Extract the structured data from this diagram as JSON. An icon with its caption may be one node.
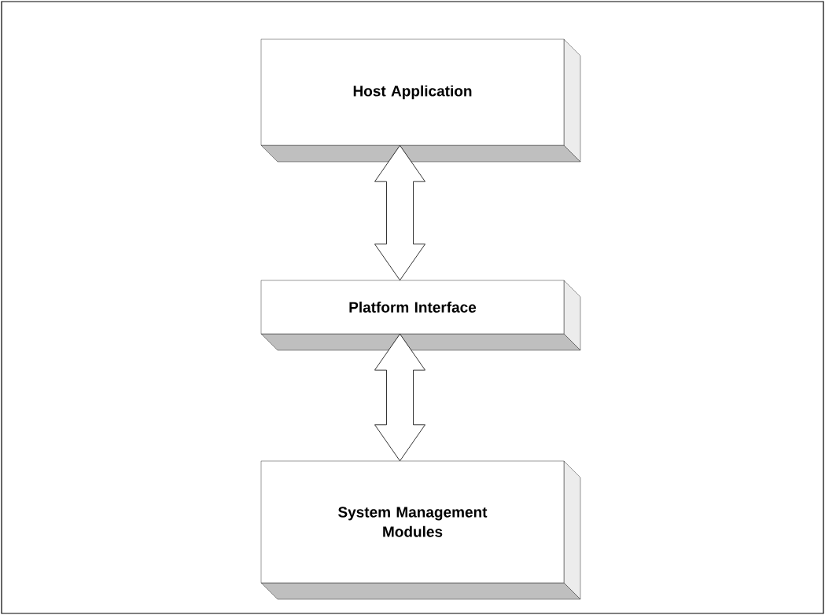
{
  "diagram": {
    "nodes": [
      {
        "text": [
          "Host Application"
        ]
      },
      {
        "text": [
          "Platform Interface"
        ]
      },
      {
        "text": [
          "System Management Modules"
        ]
      }
    ],
    "edges": [
      {
        "from": 0,
        "to": 1,
        "arrow": "both"
      },
      {
        "from": 1,
        "to": 2,
        "arrow": "both"
      }
    ]
  }
}
